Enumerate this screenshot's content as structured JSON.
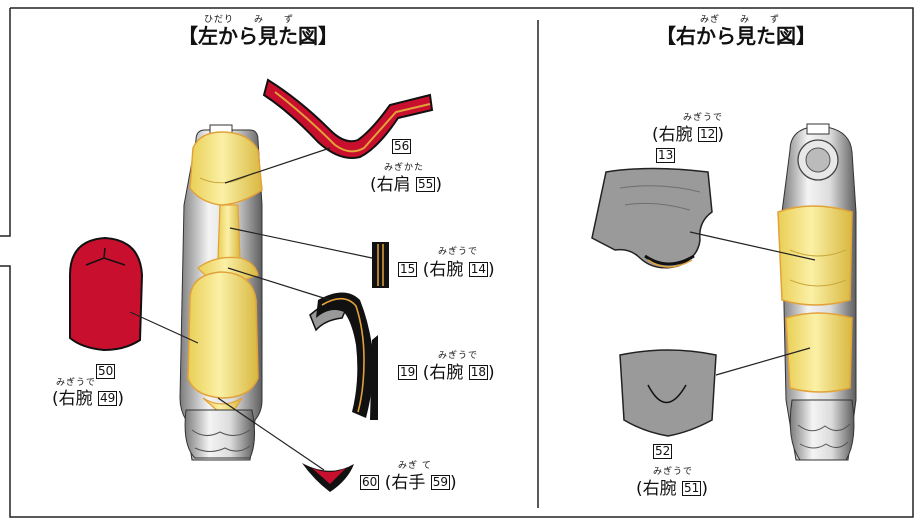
{
  "left_panel": {
    "title_ruby": "ひだり　　み　　ず",
    "title": "【左から見た図】",
    "labels": {
      "p56": "56",
      "shoulder_ruby": "みぎかた",
      "shoulder_text": "(右肩",
      "shoulder_num": "55",
      "p15": "15",
      "arm14_ruby": "みぎうで",
      "arm14_text": "(右腕",
      "arm14_num": "14",
      "p19": "19",
      "arm18_ruby": "みぎうで",
      "arm18_text": "(右腕",
      "arm18_num": "18",
      "p50": "50",
      "arm49_ruby": "みぎうで",
      "arm49_text": "(右腕",
      "arm49_num": "49",
      "p60": "60",
      "hand_ruby": "みぎ て",
      "hand_text": "(右手",
      "hand_num": "59"
    }
  },
  "right_panel": {
    "title_ruby": "みぎ　　み　　ず",
    "title": "【右から見た図】",
    "labels": {
      "arm12_ruby": "みぎうで",
      "arm12_text": "(右腕",
      "arm12_num": "12",
      "p13": "13",
      "p52": "52",
      "arm51_ruby": "みぎうで",
      "arm51_text": "(右腕",
      "arm51_num": "51"
    }
  },
  "colors": {
    "red": "#c8102e",
    "yellow": "#f3e17a",
    "gold": "#e2a23a",
    "gray": "#9a9a9a",
    "black": "#111111"
  }
}
